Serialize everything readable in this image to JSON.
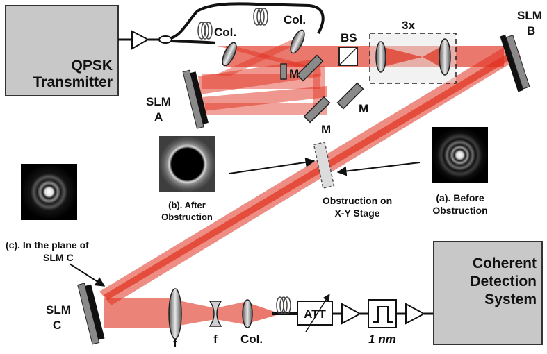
{
  "labels": {
    "qpsk_transmitter": [
      "QPSK",
      "Transmitter"
    ],
    "coherent_detection": [
      "Coherent",
      "Detection",
      "System"
    ],
    "col": "Col.",
    "bs": "BS",
    "magnification": "3x",
    "mirror": "M",
    "slm_a": [
      "SLM",
      "A"
    ],
    "slm_b": [
      "SLM",
      "B"
    ],
    "slm_c": [
      "SLM",
      "C"
    ],
    "obstruction": [
      "Obstruction on",
      "X-Y Stage"
    ],
    "before": [
      "(a). Before",
      "Obstruction"
    ],
    "after": [
      "(b). After",
      "Obstruction"
    ],
    "plane_c": [
      "(c). In the plane of",
      "SLM C"
    ],
    "lens_f": "f",
    "att": "ATT",
    "filter_bw": "1 nm"
  },
  "colors": {
    "beam": "#e0301e",
    "box_fill": "#c8c8c8",
    "box_stroke": "#333333",
    "slm_black": "#111111",
    "slm_grey": "#8a8a8a"
  },
  "icons": [
    "amplifier-triangle-icon",
    "fiber-coil-icon",
    "lens-icon",
    "beam-splitter-icon",
    "mirror-icon",
    "slm-icon",
    "bandpass-filter-icon",
    "attenuator-icon",
    "arrow-icon"
  ]
}
